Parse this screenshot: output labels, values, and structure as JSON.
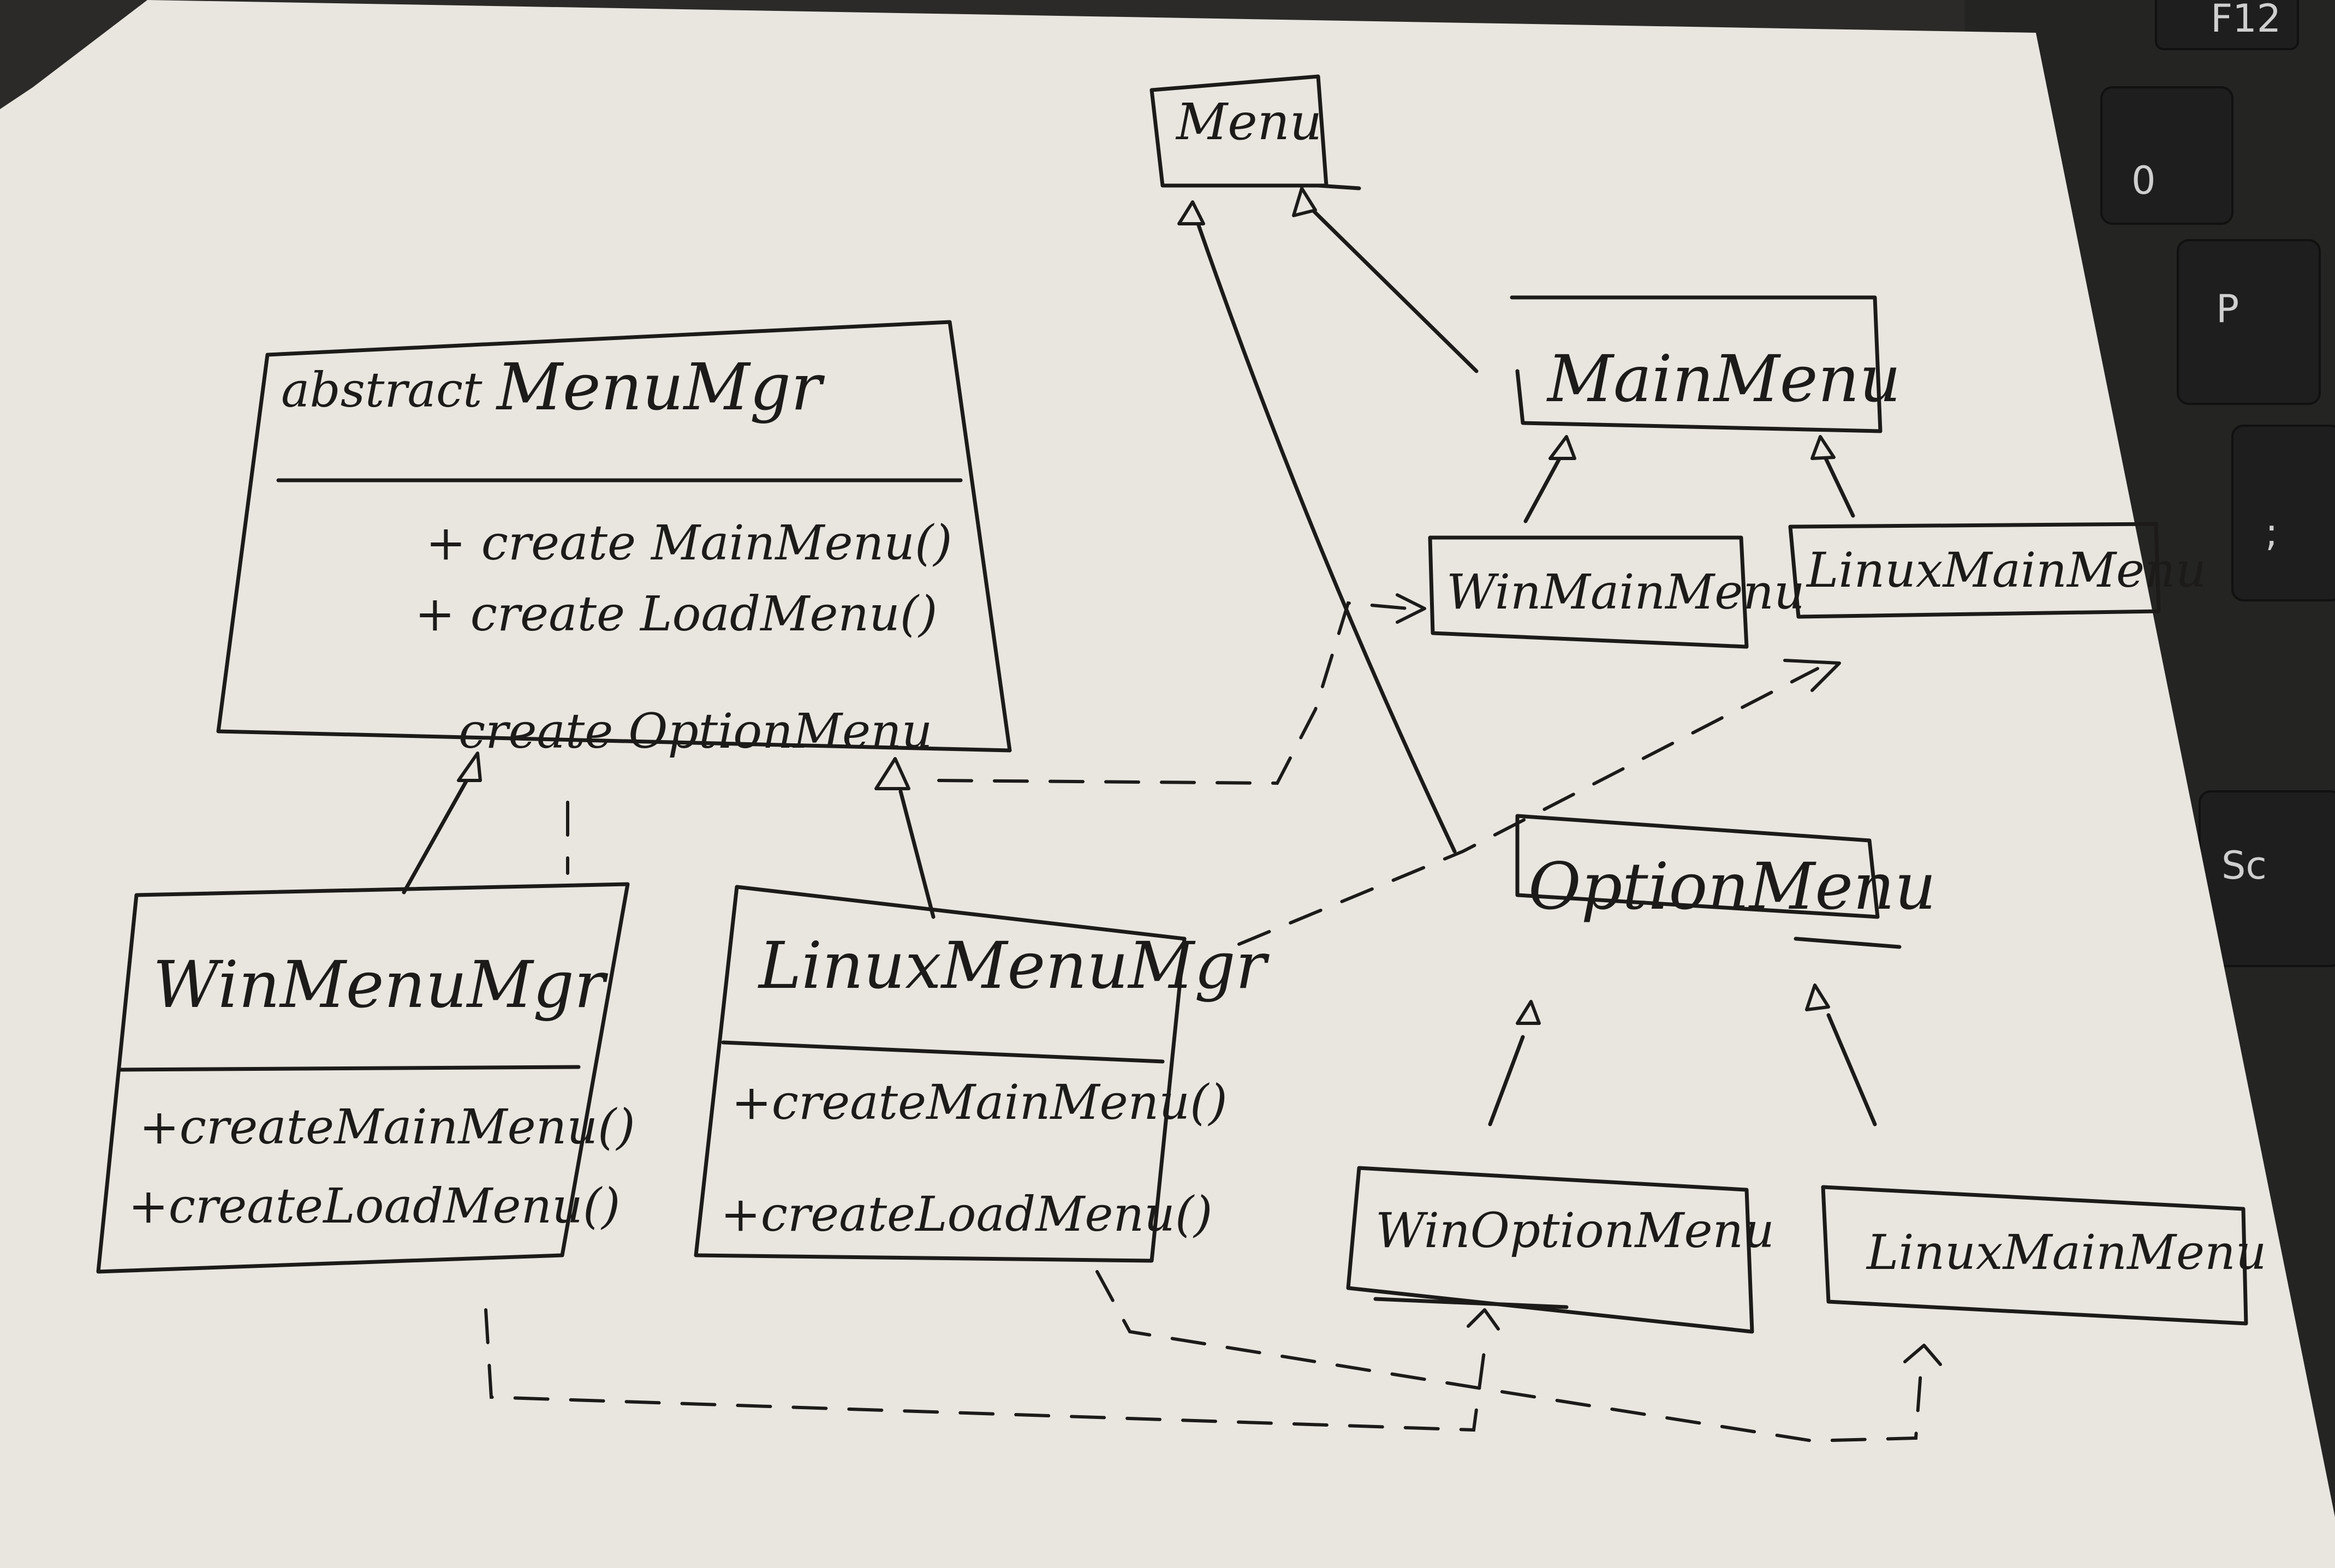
{
  "classes": {
    "menu": {
      "name": "Menu"
    },
    "menu_mgr": {
      "name_prefix": "abstract",
      "name": "MenuMgr",
      "ops": [
        "+ create MainMenu()",
        "+ create LoadMenu()",
        "create OptionMenu"
      ]
    },
    "win_menu_mgr": {
      "name": "WinMenuMgr",
      "ops": [
        "+createMainMenu()",
        "+createLoadMenu()"
      ]
    },
    "linux_menu_mgr": {
      "name": "LinuxMenuMgr",
      "ops": [
        "+createMainMenu()",
        "+createLoadMenu()"
      ]
    },
    "main_menu": {
      "name": "MainMenu"
    },
    "win_main_menu": {
      "name": "WinMainMenu"
    },
    "linux_main_menu_top": {
      "name": "LinuxMainMenu"
    },
    "option_menu": {
      "name": "OptionMenu"
    },
    "win_option_menu": {
      "name": "WinOptionMenu"
    },
    "linux_main_menu_bottom": {
      "name": "LinuxMainMenu"
    }
  },
  "keyboard_keys": [
    "F12",
    "0",
    "P",
    ";",
    "Sc"
  ]
}
